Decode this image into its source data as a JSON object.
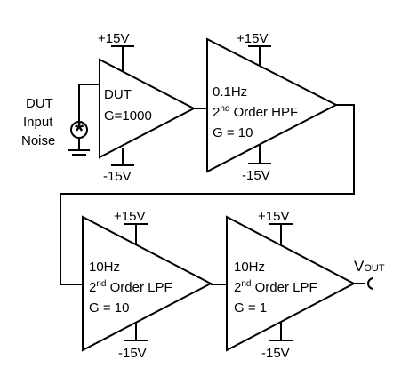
{
  "source": {
    "label_line1": "DUT",
    "label_line2": "Input",
    "label_line3": "Noise",
    "symbol": "*"
  },
  "stages": [
    {
      "line1": "DUT",
      "line2": "G=1000",
      "supply_pos": "+15V",
      "supply_neg": "-15V"
    },
    {
      "line1": "0.1Hz",
      "line2_prefix": "2",
      "line2_sup": "nd",
      "line2_suffix": " Order HPF",
      "line3": "G = 10",
      "supply_pos": "+15V",
      "supply_neg": "-15V"
    },
    {
      "line1": "10Hz",
      "line2_prefix": "2",
      "line2_sup": "nd",
      "line2_suffix": " Order LPF",
      "line3": "G = 10",
      "supply_pos": "+15V",
      "supply_neg": "-15V"
    },
    {
      "line1": "10Hz",
      "line2_prefix": "2",
      "line2_sup": "nd",
      "line2_suffix": " Order LPF",
      "line3": "G = 1",
      "supply_pos": "+15V",
      "supply_neg": "-15V"
    }
  ],
  "output": {
    "label_main": "V",
    "label_sub": "OUT"
  }
}
